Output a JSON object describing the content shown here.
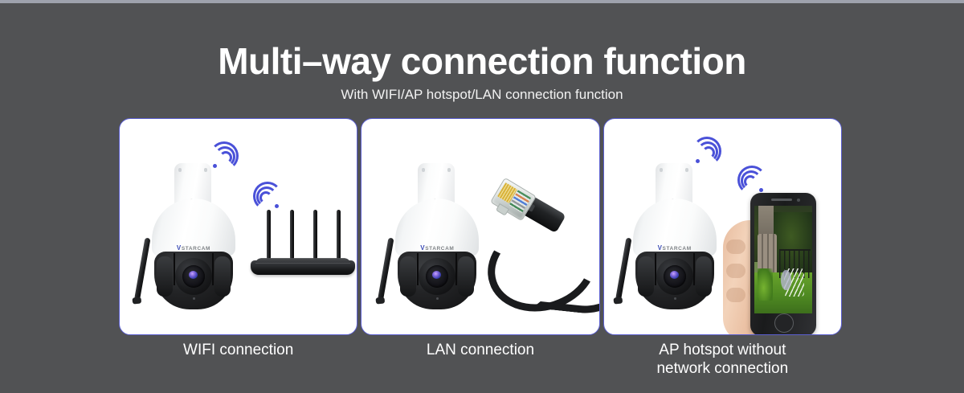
{
  "page": {
    "background_color": "#515254",
    "accent_color": "#5b5fd0",
    "wifi_icon_color": "#4a51d8"
  },
  "header": {
    "title": "Multi–way connection function",
    "subtitle": "With WIFI/AP hotspot/LAN connection function"
  },
  "panels": [
    {
      "id": "wifi",
      "caption": "WIFI connection",
      "caption_lines": [
        "WIFI connection"
      ],
      "devices": [
        "ptz-dome-camera",
        "wireless-router"
      ],
      "camera_brand": "VSTARCAM",
      "camera_brand_mark": "V",
      "wifi_icons": 2
    },
    {
      "id": "lan",
      "caption": "LAN connection",
      "caption_lines": [
        "LAN connection"
      ],
      "devices": [
        "ptz-dome-camera",
        "ethernet-cable-rj45"
      ],
      "camera_brand": "VSTARCAM",
      "camera_brand_mark": "V",
      "wifi_icons": 0
    },
    {
      "id": "ap-hotspot",
      "caption": "AP hotspot without network connection",
      "caption_lines": [
        "AP hotspot without",
        "network connection"
      ],
      "devices": [
        "ptz-dome-camera",
        "smartphone-in-hand"
      ],
      "camera_brand": "VSTARCAM",
      "camera_brand_mark": "V",
      "wifi_icons": 2
    }
  ]
}
